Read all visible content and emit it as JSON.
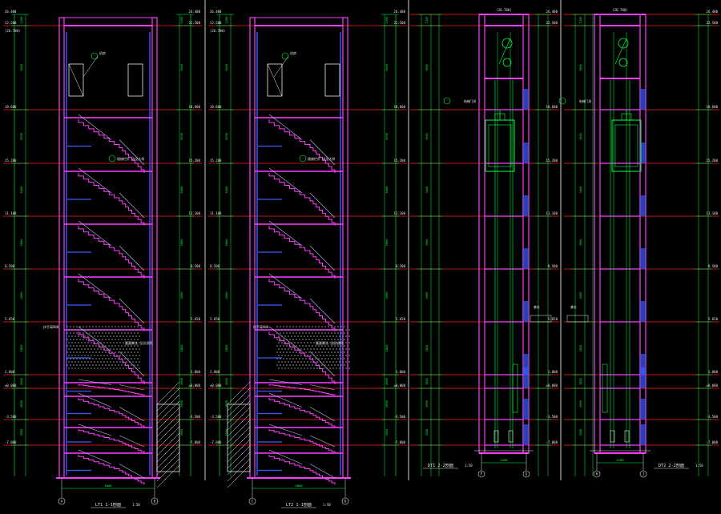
{
  "colors": {
    "background": "#000000",
    "level_line": "#ff2020",
    "dimension": "#00ff40",
    "wall_magenta": "#ff3cff",
    "wall_blue": "#3a5cff",
    "annotation_white": "#e8e8e8",
    "stair_line": "#c0c0ff",
    "hatch_gray": "#9a9a9a",
    "elevator_car": "#00ff40",
    "divider": "#ffffff"
  },
  "drawing": {
    "sheets": [
      {
        "id": "s1",
        "title": "LT1 1-1剖面",
        "scale": "1:50",
        "axis_left": "A",
        "axis_right": "B",
        "width_dim": "4800"
      },
      {
        "id": "s2",
        "title": "LT2 1-1剖面",
        "scale": "1:50",
        "axis_left": "C",
        "axis_right": "D",
        "width_dim": "4800"
      },
      {
        "id": "s3",
        "title": "DT1  2-2剖面",
        "scale": "1:50",
        "axis_left": "F",
        "axis_right": "G",
        "width_dim": "2200"
      },
      {
        "id": "s4",
        "title": "DT2  2-2剖面",
        "scale": "1:50",
        "axis_left": "H",
        "axis_right": "J",
        "width_dim": "2200"
      }
    ],
    "levels": [
      {
        "label": "26.400",
        "alt": "(26.700)"
      },
      {
        "label": "22.500"
      },
      {
        "label": "18.600"
      },
      {
        "label": "15.200"
      },
      {
        "label": "11.100"
      },
      {
        "label": "8.500"
      },
      {
        "label": "5.650"
      },
      {
        "label": "2.800"
      },
      {
        "label": "±0.000"
      },
      {
        "label": "-3.500"
      },
      {
        "label": "-7.000"
      }
    ],
    "floor_dims": [
      "1200",
      "3900",
      "3900",
      "3400",
      "3600",
      "2600",
      "2850",
      "2850",
      "2800",
      "3500",
      "3500"
    ],
    "notes": {
      "roof_note": "屋面做法 见总说明",
      "stair_note": "楼梯栏杆 详见大样",
      "handrail_note": "扶手高900",
      "elevator_note": "电梯门洞",
      "pit_note": "基坑",
      "top_note": "机房"
    }
  }
}
